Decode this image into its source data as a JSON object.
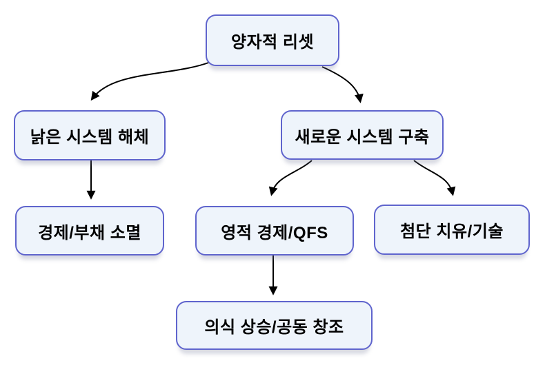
{
  "diagram": {
    "type": "flowchart",
    "background_color": "#ffffff",
    "colors": {
      "node_fill": "#eef4fb",
      "node_border": "#5f64cd",
      "arrow": "#000000",
      "text": "#000000"
    },
    "nodes": {
      "root": {
        "label": "양자적 리셋"
      },
      "old_system": {
        "label": "낡은 시스템 해체"
      },
      "new_system": {
        "label": "새로운 시스템 구축"
      },
      "economy_debt": {
        "label": "경제/부채 소멸"
      },
      "spiritual_economy": {
        "label": "영적 경제/QFS"
      },
      "advanced_healing": {
        "label": "첨단 치유/기술"
      },
      "consciousness": {
        "label": "의식 상승/공동 창조"
      }
    },
    "edges": [
      {
        "from": "root",
        "to": "old_system"
      },
      {
        "from": "root",
        "to": "new_system"
      },
      {
        "from": "old_system",
        "to": "economy_debt"
      },
      {
        "from": "new_system",
        "to": "spiritual_economy"
      },
      {
        "from": "new_system",
        "to": "advanced_healing"
      },
      {
        "from": "spiritual_economy",
        "to": "consciousness"
      }
    ]
  }
}
